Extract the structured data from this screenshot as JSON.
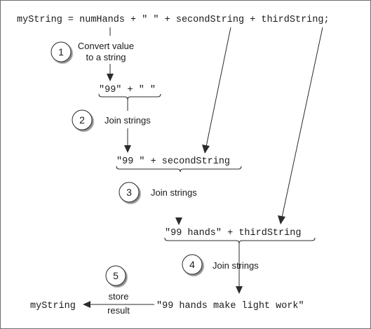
{
  "statement": "myString = numHands + \" \" + secondString + thirdString;",
  "expr1": "\"99\" + \" \"",
  "expr2": "\"99 \" + secondString",
  "expr3": "\"99 hands\" + thirdString",
  "result": "\"99 hands make light work\"",
  "target": "myString",
  "steps": [
    {
      "number": "1",
      "lines": [
        "Convert value",
        "to a string"
      ]
    },
    {
      "number": "2",
      "lines": [
        "Join strings"
      ]
    },
    {
      "number": "3",
      "lines": [
        "Join strings"
      ]
    },
    {
      "number": "4",
      "lines": [
        "Join strings"
      ]
    },
    {
      "number": "5",
      "lines": [
        "store",
        "result"
      ]
    }
  ]
}
